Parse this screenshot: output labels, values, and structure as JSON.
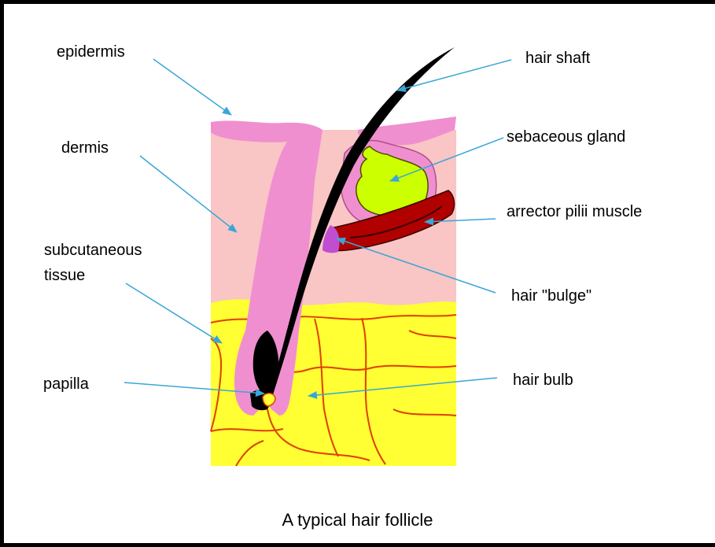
{
  "labels": {
    "epidermis": "epidermis",
    "dermis": "dermis",
    "subcutaneous_line1": "subcutaneous",
    "subcutaneous_line2": "tissue",
    "papilla": "papilla",
    "hair_shaft": "hair shaft",
    "sebaceous_gland": "sebaceous gland",
    "arrector_pilii_muscle": "arrector pilii muscle",
    "hair_bulge": "hair \"bulge\"",
    "hair_bulb": "hair bulb"
  },
  "caption": "A typical hair follicle",
  "colors": {
    "dermis": "#f9c5c5",
    "subcutaneous": "#ffff33",
    "epidermis": "#f08fcf",
    "hair": "#000000",
    "sebaceous_gland": "#ccff00",
    "muscle": "#b00000",
    "bulge": "#bf4fd0",
    "vessels": "#e04000",
    "arrows": "#3aa6d6"
  }
}
